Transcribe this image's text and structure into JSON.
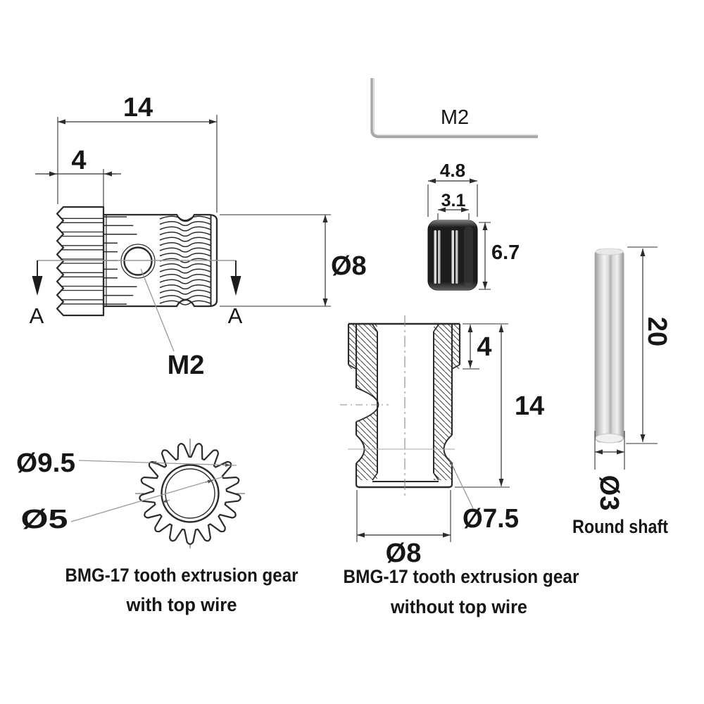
{
  "side_view": {
    "length": "14",
    "gear_width": "4",
    "outer_dia": "Ø8",
    "section_a_left": "A",
    "section_a_right": "A",
    "screw_hole": "M2"
  },
  "allen_key": {
    "size": "M2"
  },
  "grub_screw": {
    "outer_width": "4.8",
    "slot_width": "3.1",
    "height": "6.7"
  },
  "round_shaft": {
    "length": "20",
    "diameter": "Ø3",
    "caption": "Round shaft"
  },
  "cross_section": {
    "collar_height": "4",
    "total_height": "14",
    "groove_dia": "Ø7.5",
    "outer_dia": "Ø8"
  },
  "front_view": {
    "outer_dia": "Ø9.5",
    "bore_dia": "Ø5"
  },
  "captions": {
    "left1": "BMG-17 tooth extrusion gear",
    "left2": "with top wire",
    "right1": "BMG-17 tooth extrusion gear",
    "right2": "without top wire"
  },
  "colors": {
    "line": "#2b2b2b",
    "dim_line": "#333333",
    "leader": "#999999",
    "screw_black": "#1d1d1d",
    "metal": "#c9c9c9"
  }
}
